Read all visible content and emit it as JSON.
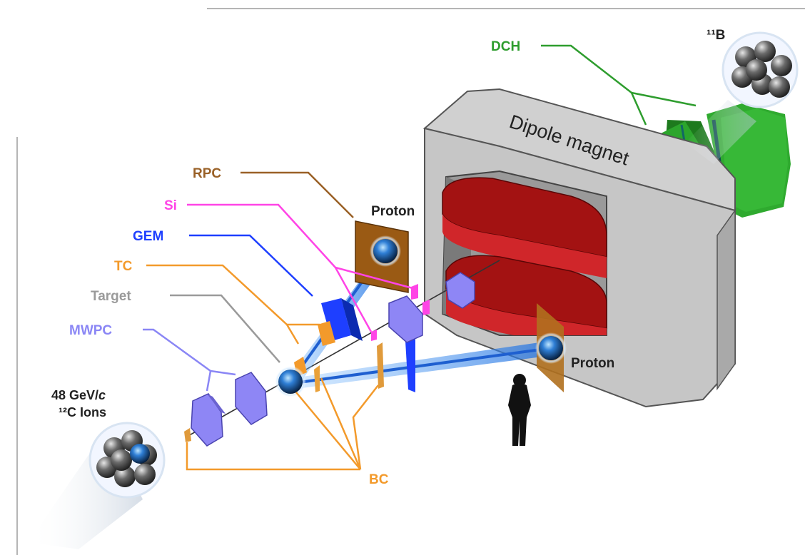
{
  "labels": {
    "dch": "DCH",
    "boron": "¹¹B",
    "dipole_magnet": "Dipole magnet",
    "rpc": "RPC",
    "si": "Si",
    "gem": "GEM",
    "tc": "TC",
    "target": "Target",
    "mwpc": "MWPC",
    "bc": "BC",
    "proton_top": "Proton",
    "proton_right": "Proton",
    "beam_line1_prefix": "48 GeV/",
    "beam_line1_italic": "c",
    "beam_line2": "¹²C Ions"
  },
  "colors": {
    "dch": "#2e9d2e",
    "rpc": "#9a6127",
    "si": "#ff44e6",
    "gem": "#1e3fff",
    "tc": "#f39a2b",
    "target": "#9a9a9a",
    "mwpc": "#8a86f5",
    "bc": "#f39a2b",
    "magnet_body": "#c9c9c9",
    "magnet_coil": "#b01010",
    "beam": "#3a9bff"
  }
}
